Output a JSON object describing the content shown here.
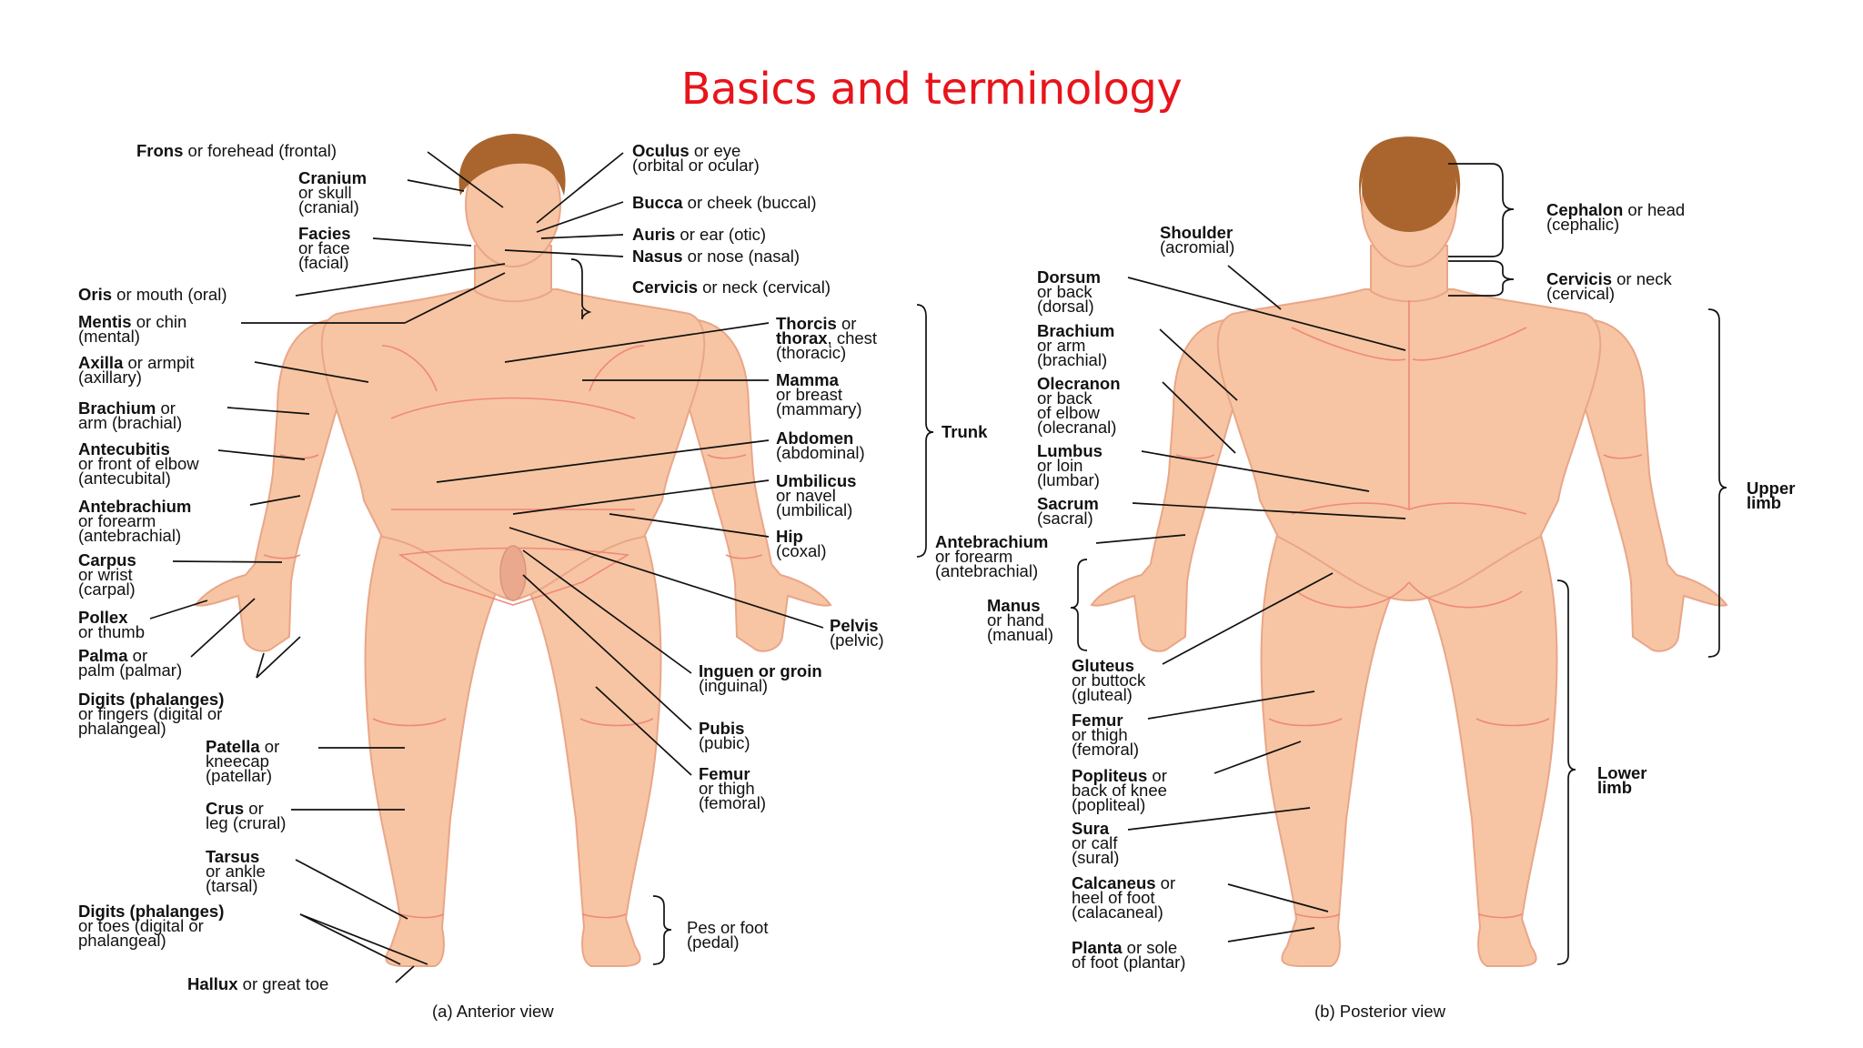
{
  "title": "Basics and terminology",
  "anterior": {
    "caption": "(a) Anterior view",
    "labels": [
      {
        "id": "frons",
        "b": "Frons",
        "r1": " or forehead (frontal)",
        "l2": "",
        "l3": ""
      },
      {
        "id": "cranium",
        "b": "Cranium",
        "r1": "",
        "l2": "or skull",
        "l3": "(cranial)"
      },
      {
        "id": "facies",
        "b": "Facies",
        "r1": "",
        "l2": "or face",
        "l3": "(facial)"
      },
      {
        "id": "oris",
        "b": "Oris",
        "r1": " or mouth (oral)",
        "l2": "",
        "l3": ""
      },
      {
        "id": "mentis",
        "b": "Mentis",
        "r1": " or chin",
        "l2": "(mental)",
        "l3": ""
      },
      {
        "id": "axilla",
        "b": "Axilla",
        "r1": " or armpit",
        "l2": "(axillary)",
        "l3": ""
      },
      {
        "id": "brachium",
        "b": "Brachium",
        "r1": " or",
        "l2": "arm (brachial)",
        "l3": ""
      },
      {
        "id": "antecubitis",
        "b": "Antecubitis",
        "r1": "",
        "l2": "or front of elbow",
        "l3": "(antecubital)"
      },
      {
        "id": "antebrachium",
        "b": "Antebrachium",
        "r1": "",
        "l2": "or forearm",
        "l3": "(antebrachial)"
      },
      {
        "id": "carpus",
        "b": "Carpus",
        "r1": "",
        "l2": "or wrist",
        "l3": "(carpal)"
      },
      {
        "id": "pollex",
        "b": "Pollex",
        "r1": "",
        "l2": "or thumb",
        "l3": ""
      },
      {
        "id": "palma",
        "b": "Palma",
        "r1": " or",
        "l2": "palm (palmar)",
        "l3": ""
      },
      {
        "id": "digits-hand",
        "b": "Digits (phalanges)",
        "r1": "",
        "l2": "or fingers (digital or",
        "l3": "phalangeal)"
      },
      {
        "id": "patella",
        "b": "Patella",
        "r1": " or",
        "l2": "kneecap",
        "l3": "(patellar)"
      },
      {
        "id": "crus",
        "b": "Crus",
        "r1": " or",
        "l2": "leg (crural)",
        "l3": ""
      },
      {
        "id": "tarsus",
        "b": "Tarsus",
        "r1": "",
        "l2": "or ankle",
        "l3": "(tarsal)"
      },
      {
        "id": "digits-foot",
        "b": "Digits (phalanges)",
        "r1": "",
        "l2": "or toes (digital or",
        "l3": "phalangeal)"
      },
      {
        "id": "hallux",
        "b": "Hallux",
        "r1": " or great toe",
        "l2": "",
        "l3": ""
      },
      {
        "id": "oculus",
        "b": "Oculus",
        "r1": " or eye",
        "l2": "(orbital or ocular)",
        "l3": ""
      },
      {
        "id": "bucca",
        "b": "Bucca",
        "r1": " or cheek (buccal)",
        "l2": "",
        "l3": ""
      },
      {
        "id": "auris",
        "b": "Auris",
        "r1": " or ear (otic)",
        "l2": "",
        "l3": ""
      },
      {
        "id": "nasus",
        "b": "Nasus",
        "r1": " or nose (nasal)",
        "l2": "",
        "l3": ""
      },
      {
        "id": "cervicis-a",
        "b": "Cervicis",
        "r1": " or neck (cervical)",
        "l2": "",
        "l3": ""
      },
      {
        "id": "thorcis",
        "b": "Thorcis",
        "r1": " or",
        "l2": "thorax, chest",
        "l3": "(thoracic)"
      },
      {
        "id": "mamma",
        "b": "Mamma",
        "r1": "",
        "l2": "or breast",
        "l3": "(mammary)"
      },
      {
        "id": "abdomen",
        "b": "Abdomen",
        "r1": "",
        "l2": "(abdominal)",
        "l3": ""
      },
      {
        "id": "umbilicus",
        "b": "Umbilicus",
        "r1": "",
        "l2": "or navel",
        "l3": "(umbilical)"
      },
      {
        "id": "hip",
        "b": "Hip",
        "r1": "",
        "l2": "(coxal)",
        "l3": ""
      },
      {
        "id": "pelvis",
        "b": "Pelvis",
        "r1": "",
        "l2": "(pelvic)",
        "l3": ""
      },
      {
        "id": "inguen",
        "b": "Inguen or groin",
        "r1": "",
        "l2": "(inguinal)",
        "l3": ""
      },
      {
        "id": "pubis",
        "b": "Pubis",
        "r1": "",
        "l2": "(pubic)",
        "l3": ""
      },
      {
        "id": "femur-a",
        "b": "Femur",
        "r1": "",
        "l2": "or thigh",
        "l3": "(femoral)"
      },
      {
        "id": "trunk",
        "b": "Trunk",
        "r1": "",
        "l2": "",
        "l3": ""
      },
      {
        "id": "pes",
        "b": "",
        "r1": "Pes or foot",
        "l2": "(pedal)",
        "l3": ""
      }
    ]
  },
  "posterior": {
    "caption": "(b) Posterior view",
    "labels": [
      {
        "id": "shoulder",
        "b": "Shoulder",
        "r1": "",
        "l2": "(acromial)",
        "l3": ""
      },
      {
        "id": "dorsum",
        "b": "Dorsum",
        "r1": "",
        "l2": "or back",
        "l3": "(dorsal)"
      },
      {
        "id": "brachium-p",
        "b": "Brachium",
        "r1": "",
        "l2": "or arm",
        "l3": "(brachial)"
      },
      {
        "id": "olecranon",
        "b": "Olecranon",
        "r1": "",
        "l2": "or back",
        "l3": "of elbow",
        "l4": "(olecranal)"
      },
      {
        "id": "lumbus",
        "b": "Lumbus",
        "r1": "",
        "l2": "or loin",
        "l3": "(lumbar)"
      },
      {
        "id": "sacrum",
        "b": "Sacrum",
        "r1": "",
        "l2": "(sacral)",
        "l3": ""
      },
      {
        "id": "antebrachium-p",
        "b": "Antebrachium",
        "r1": "",
        "l2": "or forearm",
        "l3": "(antebrachial)"
      },
      {
        "id": "manus",
        "b": "Manus",
        "r1": "",
        "l2": "or hand",
        "l3": "(manual)"
      },
      {
        "id": "gluteus",
        "b": "Gluteus",
        "r1": "",
        "l2": "or buttock",
        "l3": "(gluteal)"
      },
      {
        "id": "femur-p",
        "b": "Femur",
        "r1": "",
        "l2": "or thigh",
        "l3": "(femoral)"
      },
      {
        "id": "popliteus",
        "b": "Popliteus",
        "r1": " or",
        "l2": "back of knee",
        "l3": "(popliteal)"
      },
      {
        "id": "sura",
        "b": "Sura",
        "r1": "",
        "l2": "or calf",
        "l3": "(sural)"
      },
      {
        "id": "calcaneus",
        "b": "Calcaneus",
        "r1": " or",
        "l2": "heel of foot",
        "l3": "(calacaneal)"
      },
      {
        "id": "planta",
        "b": "Planta",
        "r1": " or sole",
        "l2": "of foot (plantar)",
        "l3": ""
      },
      {
        "id": "cephalon",
        "b": "Cephalon",
        "r1": " or head",
        "l2": "(cephalic)",
        "l3": ""
      },
      {
        "id": "cervicis-p",
        "b": "Cervicis",
        "r1": " or neck",
        "l2": "(cervical)",
        "l3": ""
      },
      {
        "id": "upper-limb",
        "b": "Upper",
        "r1": "",
        "l2": "",
        "l3": "",
        "b2": "limb"
      },
      {
        "id": "lower-limb",
        "b": "Lower",
        "r1": "",
        "l2": "",
        "l3": "",
        "b2": "limb"
      }
    ]
  }
}
